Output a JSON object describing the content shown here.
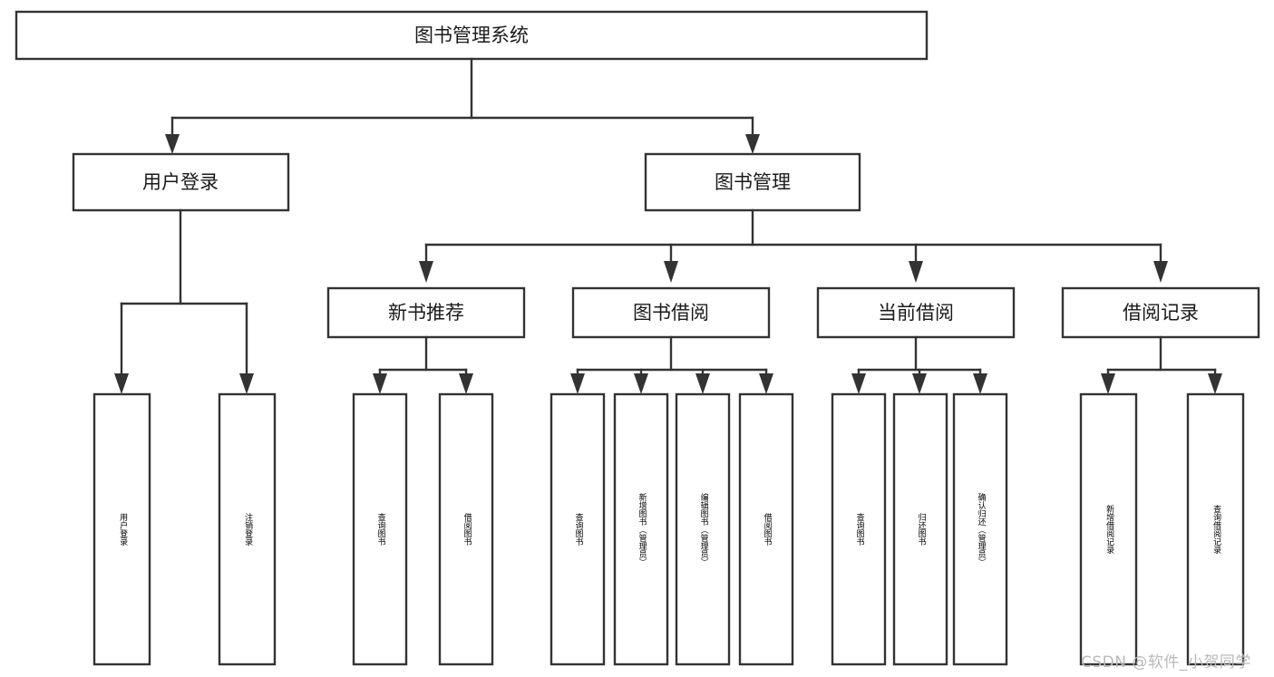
{
  "diagram": {
    "title": "图书管理系统",
    "type": "tree-hierarchy-diagram",
    "colors": {
      "box_stroke": "#333333",
      "box_fill": "#ffffff",
      "text": "#1a1a1a",
      "background": "#ffffff",
      "watermark": "#b9b9b9"
    },
    "root": {
      "id": "root",
      "label": "图书管理系统"
    },
    "level2": [
      {
        "id": "user-login",
        "label": "用户登录"
      },
      {
        "id": "book-management",
        "label": "图书管理"
      }
    ],
    "level3": [
      {
        "id": "new-book-recommend",
        "label": "新书推荐"
      },
      {
        "id": "book-borrow",
        "label": "图书借阅"
      },
      {
        "id": "current-borrow",
        "label": "当前借阅"
      },
      {
        "id": "borrow-record",
        "label": "借阅记录"
      }
    ],
    "leaves": {
      "user_login": [
        {
          "id": "leaf-user-login",
          "label": "用户登录"
        },
        {
          "id": "leaf-logout-login",
          "label": "注销登录"
        }
      ],
      "new_book_recommend": [
        {
          "id": "leaf-query-book-1",
          "label": "查询图书"
        },
        {
          "id": "leaf-borrow-book-1",
          "label": "借阅图书"
        }
      ],
      "book_borrow": [
        {
          "id": "leaf-query-book-2",
          "label": "查询图书"
        },
        {
          "id": "leaf-add-book",
          "label": "新增图书（管理员）"
        },
        {
          "id": "leaf-edit-book",
          "label": "编辑图书（管理员）"
        },
        {
          "id": "leaf-borrow-book-2",
          "label": "借阅图书"
        }
      ],
      "current_borrow": [
        {
          "id": "leaf-query-book-3",
          "label": "查询图书"
        },
        {
          "id": "leaf-return-book",
          "label": "归还图书"
        },
        {
          "id": "leaf-confirm-return",
          "label": "确认归还（管理员）"
        }
      ],
      "borrow_record": [
        {
          "id": "leaf-add-record",
          "label": "新增借阅记录"
        },
        {
          "id": "leaf-query-record",
          "label": "查询借阅记录"
        }
      ]
    },
    "watermark": "CSDN @软件_小贺同学"
  }
}
